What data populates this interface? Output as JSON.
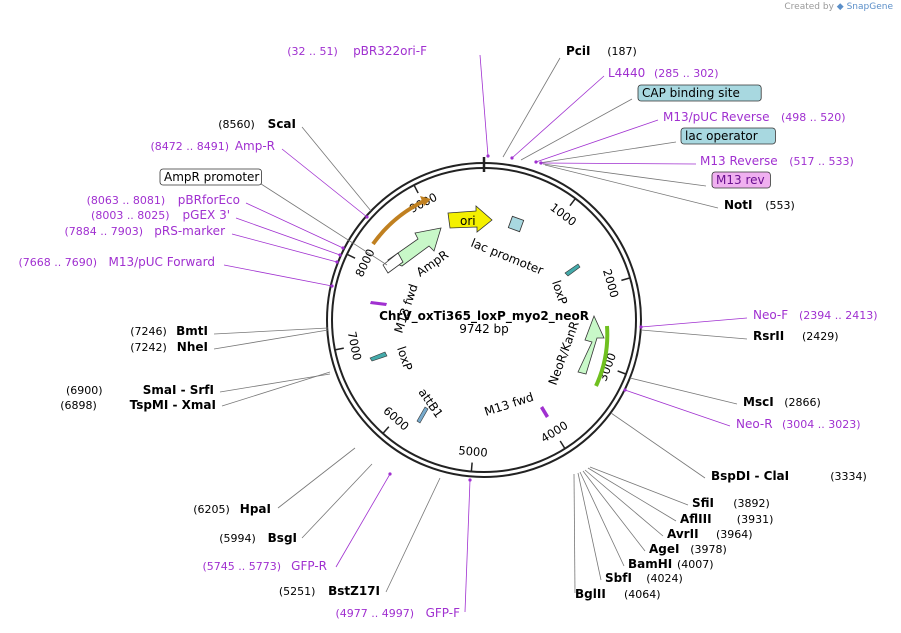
{
  "credit": {
    "prefix": "Created by",
    "brand": "SnapGene"
  },
  "plasmid": {
    "name": "ChrV_oxTi365_loxP_myo2_neoR",
    "size_label": "9742 bp",
    "length": 9742
  },
  "colors": {
    "enzyme": "#000000",
    "primer": "#a030d0",
    "backbone": "#222222",
    "feature_fill": "#c8f8c8",
    "ori_fill": "#f4f000",
    "boxed_fill": "#a8d8e0",
    "m13rev_fill": "#f0b0f0",
    "ampr_arc": "#c08020",
    "neor_arc": "#70c020"
  },
  "ticks": [
    "1000",
    "2000",
    "3000",
    "4000",
    "5000",
    "6000",
    "7000",
    "8000",
    "9000"
  ],
  "labels": [
    {
      "id": "pBR322ori-F",
      "coord": "(32 .. 51)",
      "name": "pBR322ori-F",
      "kind": "primer"
    },
    {
      "id": "PciI",
      "coord": "(187)",
      "name": "PciI",
      "kind": "enzyme"
    },
    {
      "id": "L4440",
      "coord": "(285 .. 302)",
      "name": "L4440",
      "kind": "primer"
    },
    {
      "id": "CAP",
      "coord": "",
      "name": "CAP binding site",
      "kind": "box"
    },
    {
      "id": "M13pUCRev",
      "coord": "(498 .. 520)",
      "name": "M13/pUC Reverse",
      "kind": "primer"
    },
    {
      "id": "lacop",
      "coord": "",
      "name": "lac operator",
      "kind": "box"
    },
    {
      "id": "M13Rev",
      "coord": "(517 .. 533)",
      "name": "M13 Reverse",
      "kind": "primer"
    },
    {
      "id": "M13rev",
      "coord": "",
      "name": "M13 rev",
      "kind": "pinkbox"
    },
    {
      "id": "NotI",
      "coord": "(553)",
      "name": "NotI",
      "kind": "enzyme"
    },
    {
      "id": "NeoF",
      "coord": "(2394 .. 2413)",
      "name": "Neo-F",
      "kind": "primer"
    },
    {
      "id": "RsrII",
      "coord": "(2429)",
      "name": "RsrII",
      "kind": "enzyme"
    },
    {
      "id": "MscI",
      "coord": "(2866)",
      "name": "MscI",
      "kind": "enzyme"
    },
    {
      "id": "NeoR",
      "coord": "(3004 .. 3023)",
      "name": "Neo-R",
      "kind": "primer"
    },
    {
      "id": "BspDI",
      "coord": "(3334)",
      "name": "BspDI  -  ClaI",
      "kind": "enzyme"
    },
    {
      "id": "SfiI",
      "coord": "(3892)",
      "name": "SfiI",
      "kind": "enzyme"
    },
    {
      "id": "AflIII",
      "coord": "(3931)",
      "name": "AflIII",
      "kind": "enzyme"
    },
    {
      "id": "AvrII",
      "coord": "(3964)",
      "name": "AvrII",
      "kind": "enzyme"
    },
    {
      "id": "AgeI",
      "coord": "(3978)",
      "name": "AgeI",
      "kind": "enzyme"
    },
    {
      "id": "BamHI",
      "coord": "(4007)",
      "name": "BamHI",
      "kind": "enzyme"
    },
    {
      "id": "SbfI",
      "coord": "(4024)",
      "name": "SbfI",
      "kind": "enzyme"
    },
    {
      "id": "BglII",
      "coord": "(4064)",
      "name": "BglII",
      "kind": "enzyme"
    },
    {
      "id": "GFPF",
      "coord": "(4977 .. 4997)",
      "name": "GFP-F",
      "kind": "primer"
    },
    {
      "id": "BstZ17I",
      "coord": "(5251)",
      "name": "BstZ17I",
      "kind": "enzyme"
    },
    {
      "id": "GFPR",
      "coord": "(5745 .. 5773)",
      "name": "GFP-R",
      "kind": "primer"
    },
    {
      "id": "BsgI",
      "coord": "(5994)",
      "name": "BsgI",
      "kind": "enzyme"
    },
    {
      "id": "HpaI",
      "coord": "(6205)",
      "name": "HpaI",
      "kind": "enzyme"
    },
    {
      "id": "SmaI",
      "coord": "(6900)",
      "name": "SmaI  -  SrfI",
      "kind": "enzyme"
    },
    {
      "id": "TspMI",
      "coord": "(6898)",
      "name": "TspMI  -  XmaI",
      "kind": "enzyme"
    },
    {
      "id": "BmtI",
      "coord": "(7246)",
      "name": "BmtI",
      "kind": "enzyme"
    },
    {
      "id": "NheI",
      "coord": "(7242)",
      "name": "NheI",
      "kind": "enzyme"
    },
    {
      "id": "M13pUCFwd",
      "coord": "(7668 .. 7690)",
      "name": "M13/pUC Forward",
      "kind": "primer"
    },
    {
      "id": "pRS",
      "coord": "(7884 .. 7903)",
      "name": "pRS-marker",
      "kind": "primer"
    },
    {
      "id": "pGEX",
      "coord": "(8003 .. 8025)",
      "name": "pGEX 3'",
      "kind": "primer"
    },
    {
      "id": "pBRfor",
      "coord": "(8063 .. 8081)",
      "name": "pBRforEco",
      "kind": "primer"
    },
    {
      "id": "AmpRprom",
      "coord": "",
      "name": "AmpR promoter",
      "kind": "whitebox"
    },
    {
      "id": "AmpRprimer",
      "coord": "(8472 .. 8491)",
      "name": "Amp-R",
      "kind": "primer"
    },
    {
      "id": "ScaI",
      "coord": "(8560)",
      "name": "ScaI",
      "kind": "enzyme"
    }
  ],
  "features": {
    "ori": "ori",
    "lac_promoter": "lac promoter",
    "ampr": "AmpR",
    "loxp1": "loxP",
    "neor": "NeoR/KanR",
    "m13fwd1": "M13 fwd",
    "attb1": "attB1",
    "loxp2": "loxP",
    "m13fwd2": "M13 fwd"
  }
}
